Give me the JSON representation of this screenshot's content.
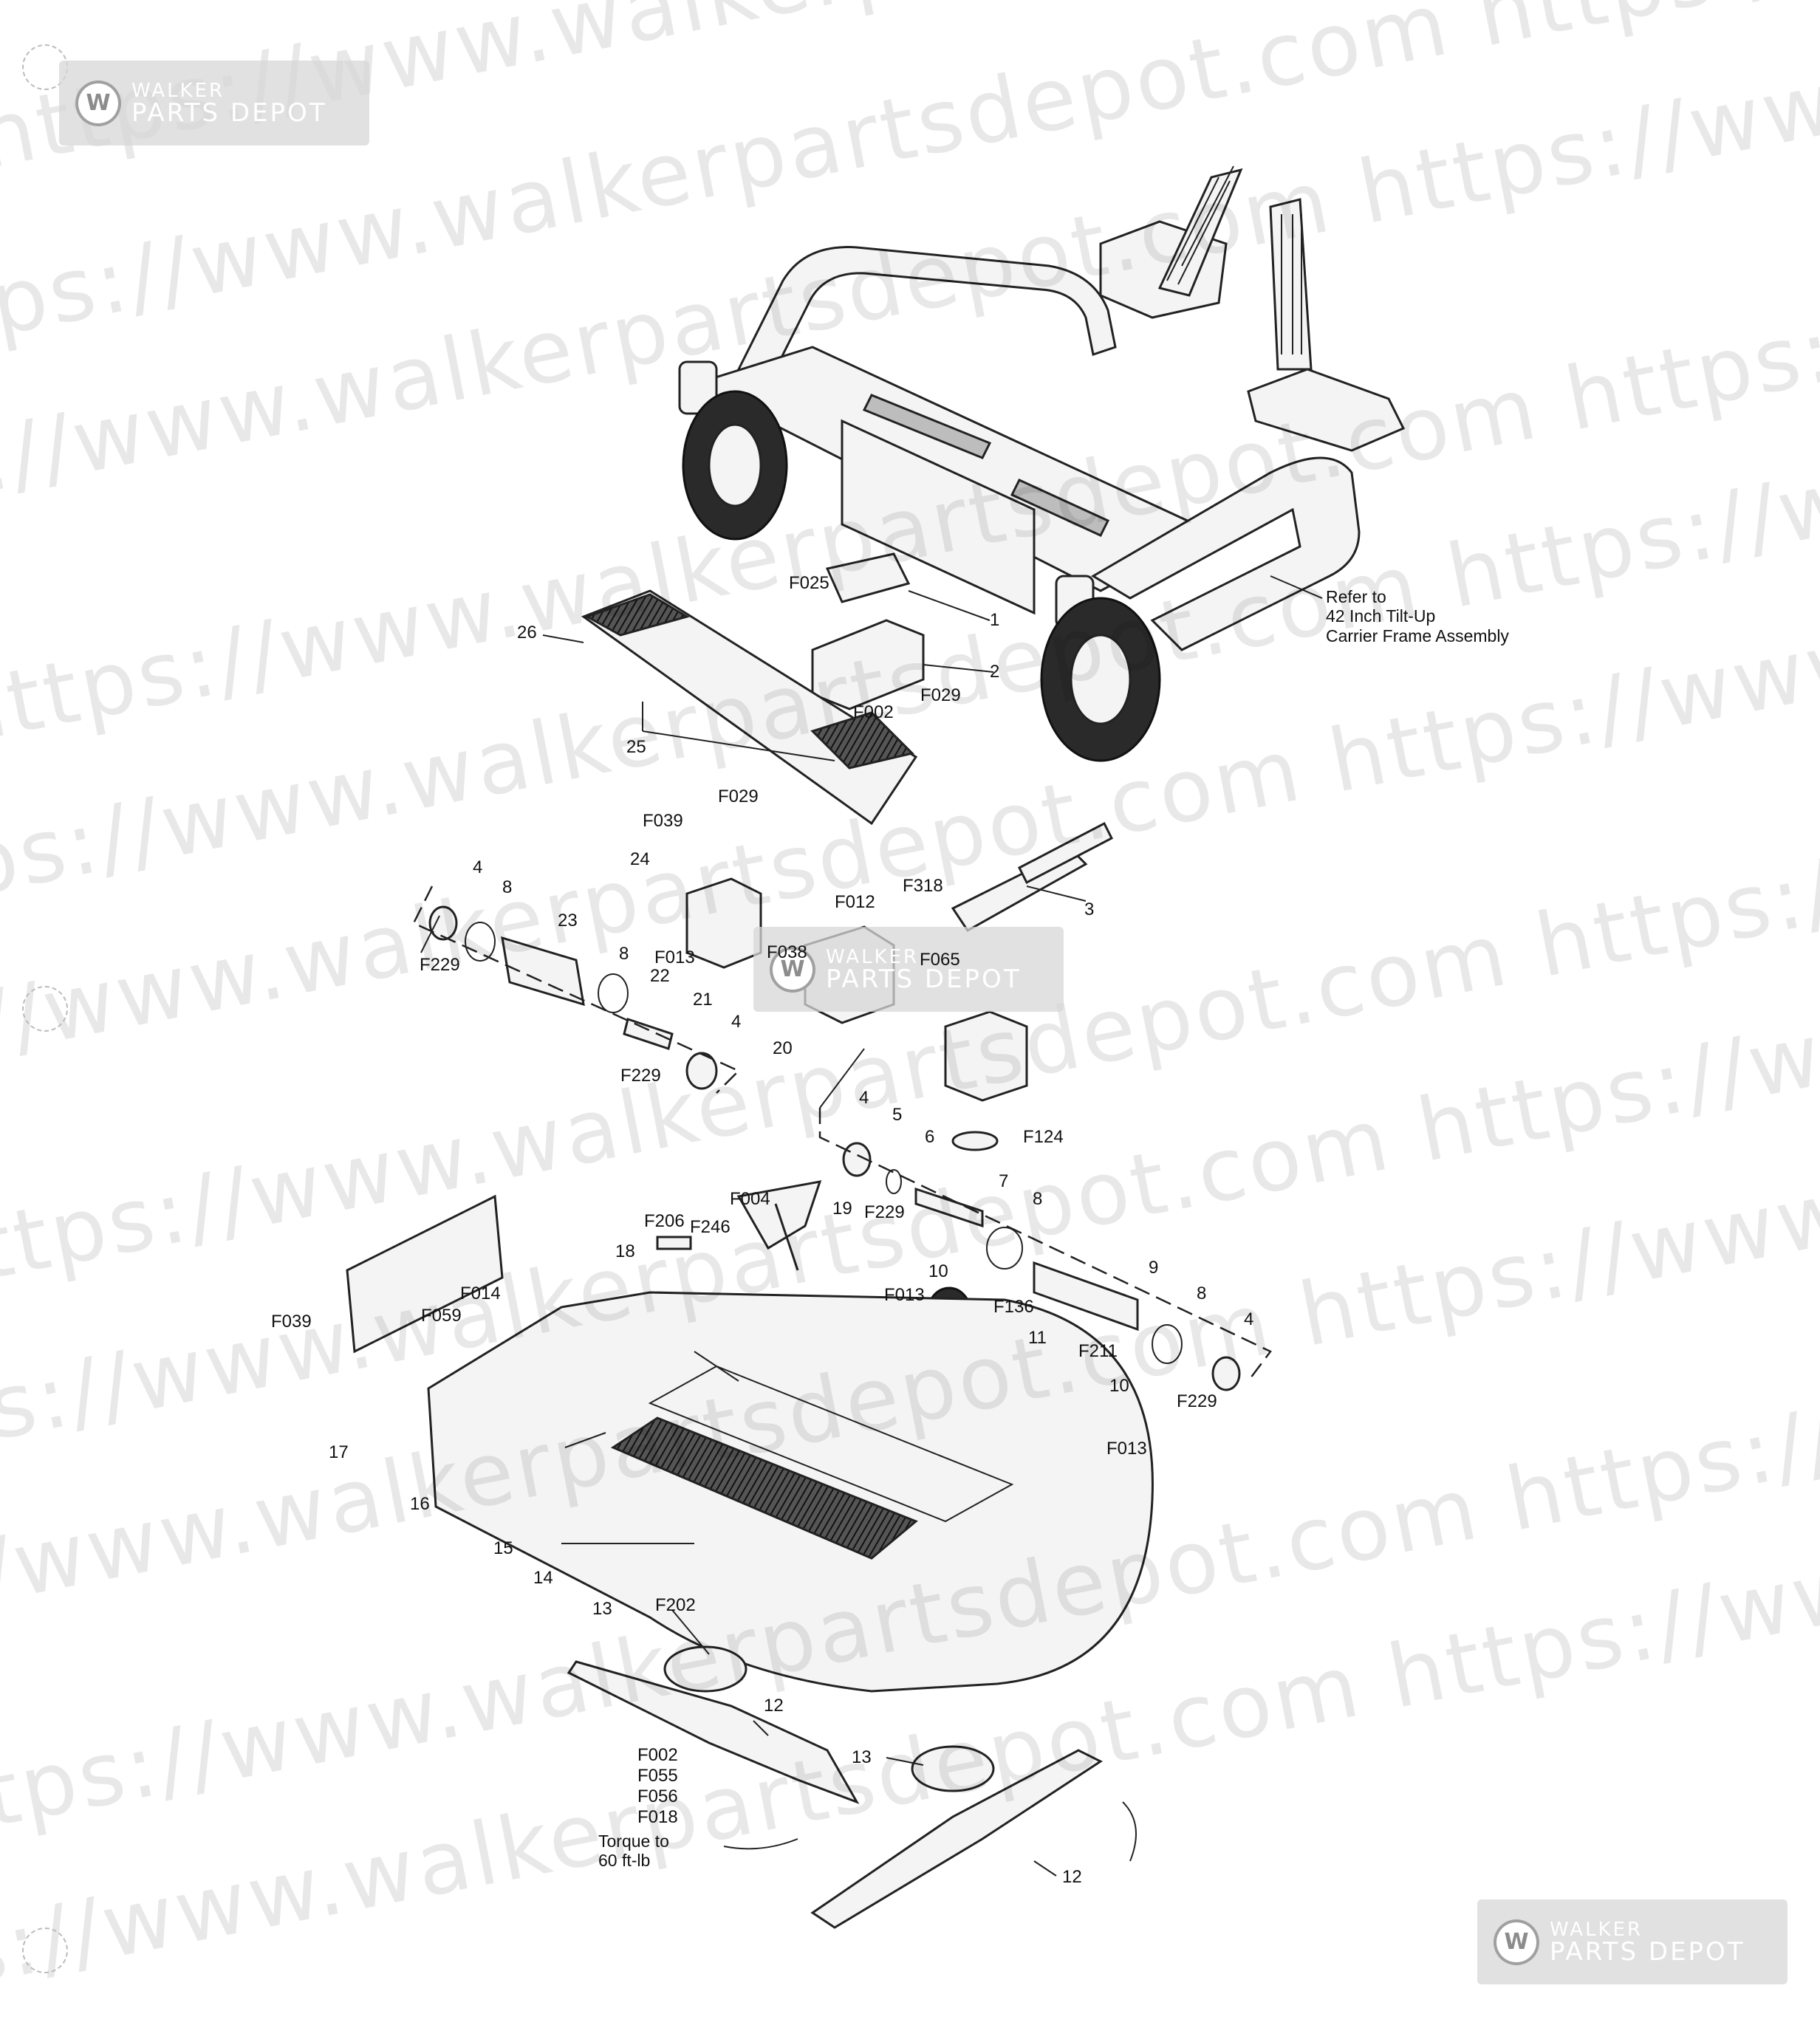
{
  "watermark": {
    "lines": [
      "https://www.walkerpartsdepot.com https://www.walker",
      "https://www.walkerpartsdepot.com https://www.walker",
      "https://www.walkerpartsdepot.com https://www.walker",
      "https://www.walkerpartsdepot.com https://www.walker",
      "https://www.walkerpartsdepot.com https://www.walker",
      "https://www.walkerpartsdepot.com https://www.walker",
      "https://www.walkerpartsdepot.com https://www.walker",
      "https://www.walkerpartsdepot.com https://www.walker",
      "https://www.walkerpartsdepot.com https://www.walker",
      "https://www.walkerpartsdepot.com https://www.walker",
      "https://www.walkerpartsdepot.com https://www.walker",
      "https://www.walkerpartsdepot.com https://www.walker",
      "https://www.walkerpartsdepot.com https://www.walker",
      "https://www.walkerpartsdepot.com https://www.walker",
      "https://www.walkerpartsdepot.com https://www.walker"
    ]
  },
  "badge": {
    "logo_letter": "W",
    "line1": "WALKER",
    "line2": "PARTS DEPOT"
  },
  "refer_note": {
    "line1": "Refer to",
    "line2": "42 Inch Tilt-Up",
    "line3": "Carrier Frame Assembly"
  },
  "torque_note": {
    "line1": "Torque to",
    "line2": "60 ft-lb"
  },
  "callouts": [
    {
      "id": "c-1",
      "text": "1"
    },
    {
      "id": "c-2",
      "text": "2"
    },
    {
      "id": "c-F025",
      "text": "F025"
    },
    {
      "id": "c-F029a",
      "text": "F029"
    },
    {
      "id": "c-F002a",
      "text": "F002"
    },
    {
      "id": "c-26",
      "text": "26"
    },
    {
      "id": "c-25",
      "text": "25"
    },
    {
      "id": "c-F029b",
      "text": "F029"
    },
    {
      "id": "c-F039a",
      "text": "F039"
    },
    {
      "id": "c-24",
      "text": "24"
    },
    {
      "id": "c-3",
      "text": "3"
    },
    {
      "id": "c-F318",
      "text": "F318"
    },
    {
      "id": "c-F012",
      "text": "F012"
    },
    {
      "id": "c-F038",
      "text": "F038"
    },
    {
      "id": "c-F065",
      "text": "F065"
    },
    {
      "id": "c-F013a",
      "text": "F013"
    },
    {
      "id": "c-21",
      "text": "21"
    },
    {
      "id": "c-22",
      "text": "22"
    },
    {
      "id": "c-23",
      "text": "23"
    },
    {
      "id": "c-4a",
      "text": "4"
    },
    {
      "id": "c-8a",
      "text": "8"
    },
    {
      "id": "c-8b",
      "text": "8"
    },
    {
      "id": "c-4b",
      "text": "4"
    },
    {
      "id": "c-F229a",
      "text": "F229"
    },
    {
      "id": "c-F229b",
      "text": "F229"
    },
    {
      "id": "c-20",
      "text": "20"
    },
    {
      "id": "c-4c",
      "text": "4"
    },
    {
      "id": "c-5",
      "text": "5"
    },
    {
      "id": "c-6",
      "text": "6"
    },
    {
      "id": "c-F124",
      "text": "F124"
    },
    {
      "id": "c-7",
      "text": "7"
    },
    {
      "id": "c-F229c",
      "text": "F229"
    },
    {
      "id": "c-8c",
      "text": "8"
    },
    {
      "id": "c-19",
      "text": "19"
    },
    {
      "id": "c-F004",
      "text": "F004"
    },
    {
      "id": "c-F206",
      "text": "F206"
    },
    {
      "id": "c-F246",
      "text": "F246"
    },
    {
      "id": "c-18",
      "text": "18"
    },
    {
      "id": "c-9",
      "text": "9"
    },
    {
      "id": "c-10a",
      "text": "10"
    },
    {
      "id": "c-F013b",
      "text": "F013"
    },
    {
      "id": "c-F136",
      "text": "F136"
    },
    {
      "id": "c-8d",
      "text": "8"
    },
    {
      "id": "c-4d",
      "text": "4"
    },
    {
      "id": "c-11",
      "text": "11"
    },
    {
      "id": "c-F211",
      "text": "F211"
    },
    {
      "id": "c-10b",
      "text": "10"
    },
    {
      "id": "c-F229d",
      "text": "F229"
    },
    {
      "id": "c-F013c",
      "text": "F013"
    },
    {
      "id": "c-F039b",
      "text": "F039"
    },
    {
      "id": "c-F014",
      "text": "F014"
    },
    {
      "id": "c-F059",
      "text": "F059"
    },
    {
      "id": "c-17",
      "text": "17"
    },
    {
      "id": "c-16",
      "text": "16"
    },
    {
      "id": "c-15",
      "text": "15"
    },
    {
      "id": "c-14",
      "text": "14"
    },
    {
      "id": "c-13a",
      "text": "13"
    },
    {
      "id": "c-F202",
      "text": "F202"
    },
    {
      "id": "c-12a",
      "text": "12"
    },
    {
      "id": "c-F002b",
      "text": "F002"
    },
    {
      "id": "c-F055",
      "text": "F055"
    },
    {
      "id": "c-F056",
      "text": "F056"
    },
    {
      "id": "c-F018",
      "text": "F018"
    },
    {
      "id": "c-13b",
      "text": "13"
    },
    {
      "id": "c-12b",
      "text": "12"
    }
  ]
}
